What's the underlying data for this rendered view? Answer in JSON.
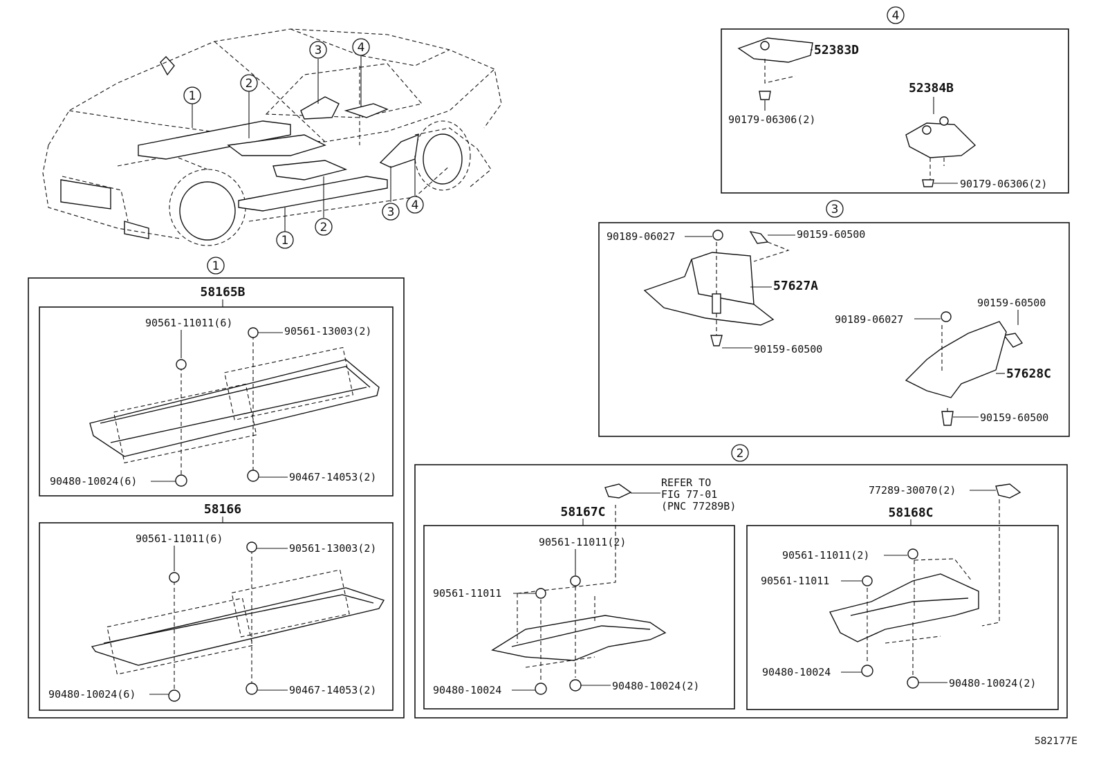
{
  "diagram_id": "582177E",
  "callouts": {
    "one": "1",
    "two": "2",
    "three": "3",
    "four": "4"
  },
  "group1": {
    "upper": {
      "title": "58165B",
      "p1": "90561-11011(6)",
      "p2": "90561-13003(2)",
      "p3": "90480-10024(6)",
      "p4": "90467-14053(2)"
    },
    "lower": {
      "title": "58166",
      "p1": "90561-11011(6)",
      "p2": "90561-13003(2)",
      "p3": "90480-10024(6)",
      "p4": "90467-14053(2)"
    }
  },
  "group2": {
    "refer": [
      "REFER TO",
      "FIG 77-01",
      "(PNC 77289B)"
    ],
    "clip_right": "77289-30070(2)",
    "left": {
      "title": "58167C",
      "p1": "90561-11011(2)",
      "p2": "90561-11011",
      "p3": "90480-10024",
      "p4": "90480-10024(2)"
    },
    "right": {
      "title": "58168C",
      "p1": "90561-11011(2)",
      "p2": "90561-11011",
      "p3": "90480-10024",
      "p4": "90480-10024(2)"
    }
  },
  "group3": {
    "p1": "90189-06027",
    "p2": "90159-60500",
    "p3": "57627A",
    "p4": "90159-60500",
    "p5": "90189-06027",
    "p6": "90159-60500",
    "p7": "57628C",
    "p8": "90159-60500"
  },
  "group4": {
    "p1": "52383D",
    "p2": "90179-06306(2)",
    "p3": "52384B",
    "p4": "90179-06306(2)"
  }
}
